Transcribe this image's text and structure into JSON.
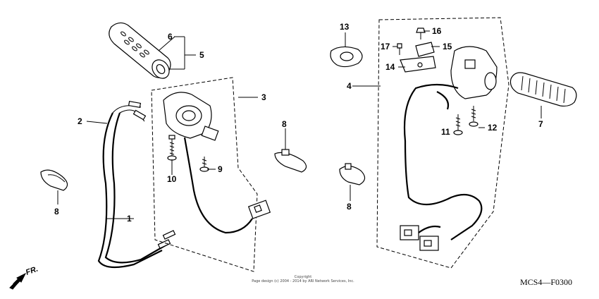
{
  "callouts": {
    "n1": "1",
    "n2": "2",
    "n3": "3",
    "n4": "4",
    "n5": "5",
    "n6": "6",
    "n7": "7",
    "n8a": "8",
    "n8b": "8",
    "n8c": "8",
    "n9": "9",
    "n10": "10",
    "n11": "11",
    "n12": "12",
    "n13": "13",
    "n14": "14",
    "n15": "15",
    "n16": "16",
    "n17": "17"
  },
  "front_indicator": "FR.",
  "copyright_line1": "Copyright",
  "copyright_line2": "Page design (c) 2004 - 2014 by ARI Network Services, Inc.",
  "diagram_code": "MCS4—F0300",
  "icons": {
    "front_arrow": "arrow-left-down-icon"
  }
}
